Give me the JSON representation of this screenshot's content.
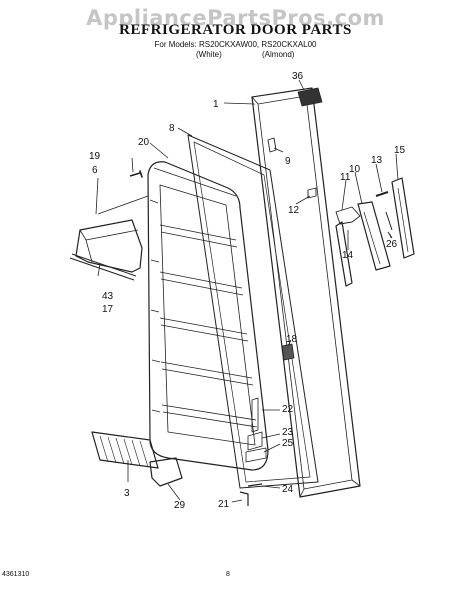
{
  "watermark": "AppliancePartsPros.com",
  "header": {
    "title": "REFRIGERATOR DOOR PARTS",
    "models_line": "For Models: RS20CKXAW00, RS20CKXAL00",
    "variant_white": "(White)",
    "variant_almond": "(Almond)"
  },
  "parts": {
    "p1": "1",
    "p3": "3",
    "p6": "6",
    "p8": "8",
    "p9": "9",
    "p10": "10",
    "p11": "11",
    "p12": "12",
    "p13": "13",
    "p14": "14",
    "p15": "15",
    "p17": "17",
    "p18": "18",
    "p19": "19",
    "p20": "20",
    "p21": "21",
    "p22": "22",
    "p23": "23",
    "p24": "24",
    "p25": "25",
    "p26": "26",
    "p29": "29",
    "p36": "36",
    "p43": "43"
  },
  "footer": {
    "doc_number": "4361310",
    "page": "8"
  }
}
